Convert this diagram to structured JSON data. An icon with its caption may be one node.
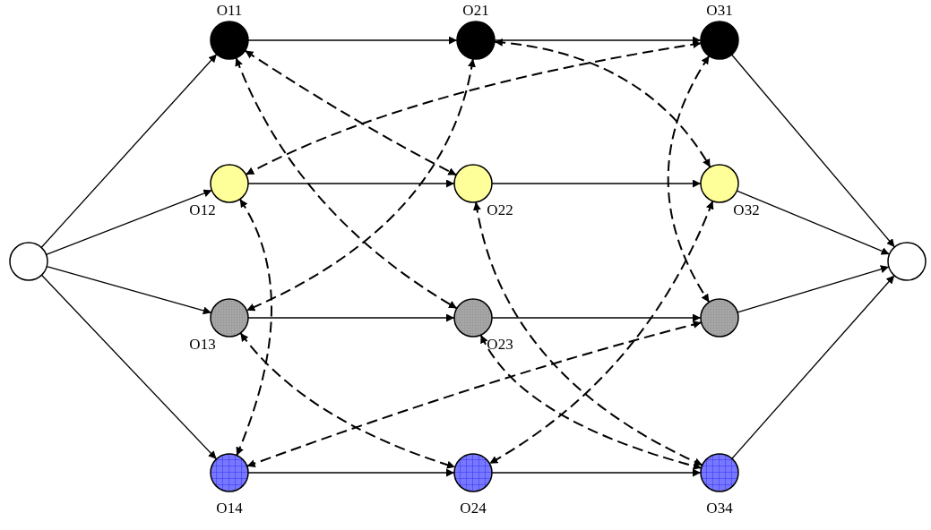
{
  "diagram": {
    "nodes": [
      {
        "text": [],
        "shape": "circle"
      },
      {
        "text": [
          "O11"
        ]
      },
      {
        "text": [
          "O21"
        ]
      },
      {
        "text": [
          "O31"
        ]
      },
      {
        "text": [
          "O12"
        ]
      },
      {
        "text": [
          "O22"
        ]
      },
      {
        "text": [
          "O32"
        ]
      },
      {
        "text": [
          "O13"
        ]
      },
      {
        "text": [
          "O23"
        ]
      },
      {
        "text": [],
        "shape": "circle"
      },
      {
        "text": [
          "O14"
        ]
      },
      {
        "text": [
          "O24"
        ]
      },
      {
        "text": [
          "O34"
        ]
      },
      {
        "text": [],
        "shape": "circle"
      }
    ],
    "edges": [
      {
        "from": 0,
        "to": 1,
        "arrow": "to"
      },
      {
        "from": 0,
        "to": 4,
        "arrow": "to"
      },
      {
        "from": 0,
        "to": 7,
        "arrow": "to"
      },
      {
        "from": 0,
        "to": 10,
        "arrow": "to"
      },
      {
        "from": 1,
        "to": 2,
        "arrow": "to"
      },
      {
        "from": 2,
        "to": 3,
        "arrow": "to"
      },
      {
        "from": 4,
        "to": 5,
        "arrow": "to"
      },
      {
        "from": 5,
        "to": 6,
        "arrow": "to"
      },
      {
        "from": 7,
        "to": 8,
        "arrow": "to"
      },
      {
        "from": 8,
        "to": 9,
        "arrow": "to"
      },
      {
        "from": 10,
        "to": 11,
        "arrow": "to"
      },
      {
        "from": 11,
        "to": 12,
        "arrow": "to"
      },
      {
        "from": 3,
        "to": 13,
        "arrow": "to"
      },
      {
        "from": 6,
        "to": 13,
        "arrow": "to"
      },
      {
        "from": 9,
        "to": 13,
        "arrow": "to"
      },
      {
        "from": 12,
        "to": 13,
        "arrow": "to"
      },
      {
        "from": 1,
        "to": 5,
        "arrow": "both",
        "style": "dashed"
      },
      {
        "from": 1,
        "to": 8,
        "arrow": "both",
        "style": "dashed"
      },
      {
        "from": 2,
        "to": 7,
        "arrow": "both",
        "style": "dashed"
      },
      {
        "from": 3,
        "to": 4,
        "arrow": "both",
        "style": "dashed"
      },
      {
        "from": 2,
        "to": 6,
        "arrow": "both",
        "style": "dashed"
      },
      {
        "from": 3,
        "to": 9,
        "arrow": "both",
        "style": "dashed"
      },
      {
        "from": 4,
        "to": 10,
        "arrow": "both",
        "style": "dashed"
      },
      {
        "from": 5,
        "to": 12,
        "arrow": "both",
        "style": "dashed"
      },
      {
        "from": 6,
        "to": 11,
        "arrow": "both",
        "style": "dashed"
      },
      {
        "from": 7,
        "to": 11,
        "arrow": "both",
        "style": "dashed"
      },
      {
        "from": 8,
        "to": 12,
        "arrow": "both",
        "style": "dashed"
      },
      {
        "from": 9,
        "to": 10,
        "arrow": "both",
        "style": "dashed"
      }
    ]
  }
}
